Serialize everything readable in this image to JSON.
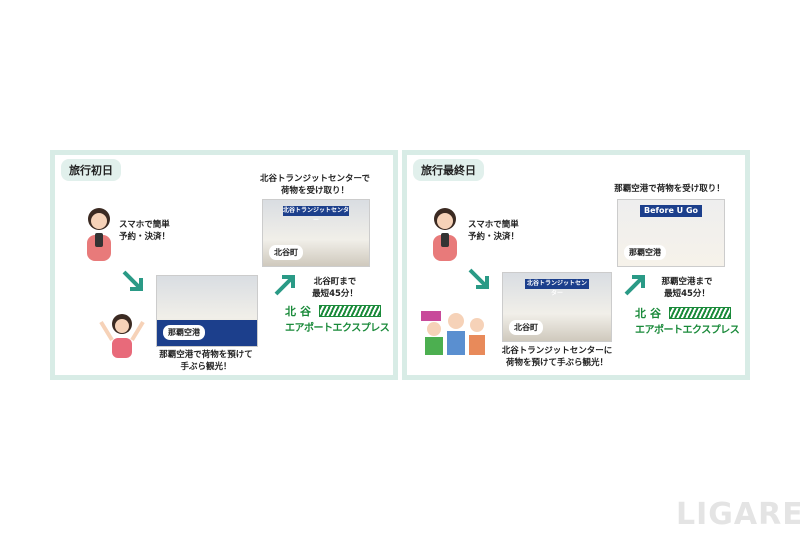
{
  "first_day": {
    "tag": "旅行初日",
    "step1": "スマホで簡単\n予約・決済！",
    "photo1_label": "那覇空港",
    "caption1": "那覇空港で荷物を預けて\n手ぶら観光！",
    "pickup": "北谷トランジットセンターで\n荷物を受け取り！",
    "photo2_label": "北谷町",
    "photo2_sign": "北谷トランジットセンター",
    "duration": "北谷町まで\n最短45分！",
    "logo_top": "北谷",
    "logo_bottom": "エアポートエクスプレス"
  },
  "last_day": {
    "tag": "旅行最終日",
    "step1": "スマホで簡単\n予約・決済！",
    "photo1_label": "北谷町",
    "photo1_sign": "北谷トランジットセンター",
    "caption1": "北谷トランジットセンターに\n荷物を預けて手ぶら観光！",
    "pickup": "那覇空港で荷物を受け取り！",
    "photo2_sign": "Before U Go",
    "photo2_label": "那覇空港",
    "duration": "那覇空港まで\n最短45分！",
    "logo_top": "北谷",
    "logo_bottom": "エアポートエクスプレス"
  },
  "watermark": "LIGARE",
  "colors": {
    "accent": "#2a9a86",
    "logo": "#1a8a3a",
    "border": "#d8ece6"
  }
}
